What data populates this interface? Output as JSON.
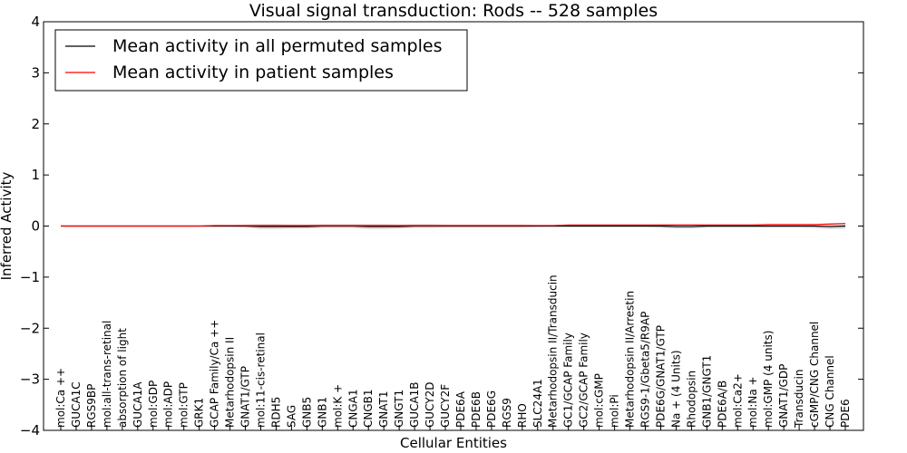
{
  "chart_data": {
    "type": "line",
    "title": "Visual signal transduction: Rods -- 528 samples",
    "xlabel": "Cellular Entities",
    "ylabel": "Inferred Activity",
    "ylim": [
      -4,
      4
    ],
    "yticks": [
      -4,
      -3,
      -2,
      -1,
      0,
      1,
      2,
      3,
      4
    ],
    "ytick_labels": [
      "−4",
      "−3",
      "−2",
      "−1",
      "0",
      "1",
      "2",
      "3",
      "4"
    ],
    "grid": false,
    "legend_position": "top-left",
    "categories": [
      "mol:Ca ++",
      "GUCA1C",
      "RGS9BP",
      "mol:all-trans-retinal",
      "absorption of light",
      "GUCA1A",
      "mol:GDP",
      "mol:ADP",
      "mol:GTP",
      "GRK1",
      "GCAP Family/Ca ++",
      "Metarhodopsin II",
      "GNAT1/GTP",
      "mol:11-cis-retinal",
      "RDH5",
      "SAG",
      "GNB5",
      "GNB1",
      "mol:K +",
      "CNGA1",
      "CNGB1",
      "GNAT1",
      "GNGT1",
      "GUCA1B",
      "GUCY2D",
      "GUCY2F",
      "PDE6A",
      "PDE6B",
      "PDE6G",
      "RGS9",
      "RHO",
      "SLC24A1",
      "Metarhodopsin II/Transducin",
      "GC1/GCAP Family",
      "GC2/GCAP Family",
      "mol:cGMP",
      "mol:Pi",
      "Metarhodopsin II/Arrestin",
      "RGS9-1/Gbeta5/R9AP",
      "PDE6G/GNAT1/GTP",
      "Na + (4 Units)",
      "Rhodopsin",
      "GNB1/GNGT1",
      "PDE6A/B",
      "mol:Ca2+",
      "mol:Na +",
      "mol:GMP (4 units)",
      "GNAT1/GDP",
      "Transducin",
      "cGMP/CNG Channel",
      "CNG Channel",
      "PDE6"
    ],
    "series": [
      {
        "name": "Mean activity in all permuted samples",
        "color": "#000000",
        "values": [
          0.0,
          0.0,
          0.0,
          0.0,
          0.0,
          0.0,
          0.0,
          0.0,
          0.0,
          0.0,
          0.0,
          0.0,
          0.0,
          -0.01,
          -0.01,
          -0.01,
          -0.01,
          0.0,
          0.0,
          0.0,
          -0.01,
          -0.01,
          -0.01,
          0.0,
          0.0,
          0.0,
          0.0,
          0.0,
          0.0,
          0.0,
          0.0,
          0.0,
          0.0,
          0.0,
          0.0,
          0.0,
          0.0,
          0.0,
          0.0,
          0.0,
          -0.01,
          -0.01,
          0.0,
          0.0,
          0.0,
          0.0,
          0.0,
          0.0,
          0.0,
          0.0,
          -0.01,
          0.0
        ]
      },
      {
        "name": "Mean activity in patient samples",
        "color": "#ff0000",
        "values": [
          0.0,
          0.0,
          0.0,
          0.0,
          0.0,
          0.0,
          0.0,
          0.0,
          0.0,
          0.0,
          0.01,
          0.01,
          0.01,
          0.01,
          0.01,
          0.01,
          0.01,
          0.01,
          0.01,
          0.01,
          0.01,
          0.01,
          0.01,
          0.01,
          0.01,
          0.01,
          0.01,
          0.01,
          0.01,
          0.01,
          0.01,
          0.01,
          0.01,
          0.02,
          0.02,
          0.02,
          0.02,
          0.02,
          0.02,
          0.02,
          0.02,
          0.02,
          0.02,
          0.02,
          0.02,
          0.02,
          0.03,
          0.03,
          0.03,
          0.03,
          0.04,
          0.05
        ]
      }
    ],
    "band": {
      "color": "#bbbbbb",
      "half_width": [
        0.01,
        0.01,
        0.01,
        0.01,
        0.01,
        0.01,
        0.01,
        0.01,
        0.01,
        0.01,
        0.02,
        0.02,
        0.03,
        0.05,
        0.05,
        0.04,
        0.04,
        0.04,
        0.04,
        0.04,
        0.05,
        0.05,
        0.04,
        0.04,
        0.04,
        0.03,
        0.03,
        0.03,
        0.03,
        0.03,
        0.03,
        0.02,
        0.02,
        0.02,
        0.02,
        0.02,
        0.02,
        0.02,
        0.02,
        0.03,
        0.04,
        0.04,
        0.03,
        0.03,
        0.03,
        0.03,
        0.03,
        0.03,
        0.03,
        0.04,
        0.05,
        0.05
      ]
    }
  }
}
